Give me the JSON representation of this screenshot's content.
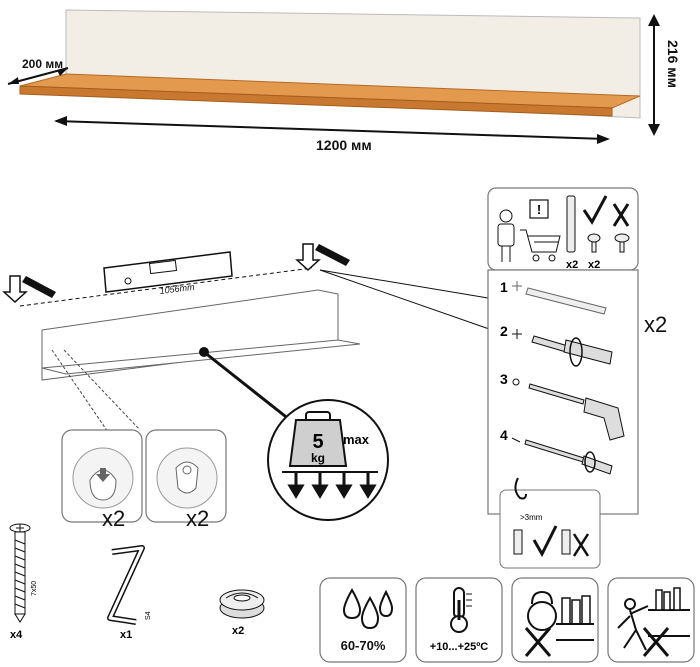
{
  "dimensions": {
    "depth": "200 мм",
    "height": "216 мм",
    "width": "1200 мм"
  },
  "mounting": {
    "spacing": "1056mm",
    "load_value": "5",
    "load_unit": "kg",
    "load_label": "max",
    "step_multiplier": "x2",
    "tools_count_screw": "x2",
    "tools_count_dowel": "x2",
    "steps": [
      "1",
      "2",
      "3",
      "4"
    ],
    "gap_label": ">3mm"
  },
  "brackets": {
    "left_count": "x2",
    "right_count": "x2"
  },
  "hardware": {
    "screw_count": "x4",
    "screw_size": "7x50",
    "hex_key_count": "x1",
    "hex_key_size": "S4",
    "washer_count": "x2"
  },
  "conditions": {
    "humidity": "60-70%",
    "temperature": "+10...+25ºC"
  }
}
